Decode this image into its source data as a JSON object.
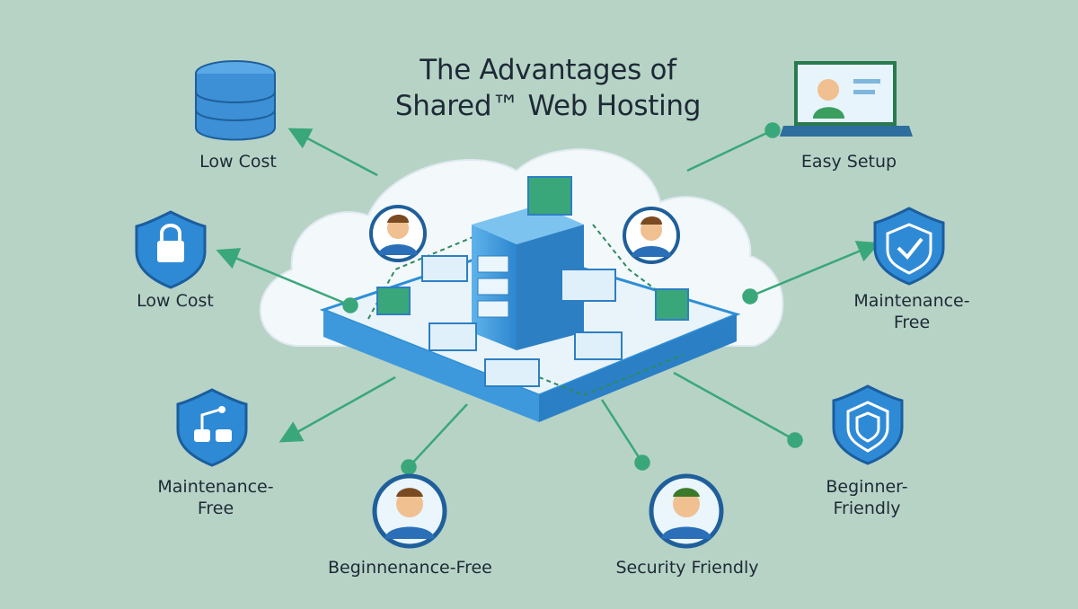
{
  "title": {
    "line1": "The Advantages of",
    "line2": "Shared™ Web Hosting"
  },
  "features": [
    {
      "label": "Low Cost",
      "icon": "database-icon"
    },
    {
      "label": "Easy Setup",
      "icon": "laptop-user-icon"
    },
    {
      "label": "Low Cost",
      "icon": "lock-shield-icon"
    },
    {
      "label_line1": "Maintenance-",
      "label_line2": "Free",
      "icon": "check-shield-icon"
    },
    {
      "label_line1": "Maintenance-",
      "label_line2": "Free",
      "icon": "robot-arm-shield-icon"
    },
    {
      "label_line1": "Beginner-",
      "label_line2": "Friendly",
      "icon": "badge-shield-icon"
    },
    {
      "label": "Beginnenance-Free",
      "icon": "user-avatar-icon"
    },
    {
      "label": "Security Friendly",
      "icon": "user-avatar-icon"
    }
  ],
  "colors": {
    "background": "#b7d3c6",
    "accent_blue": "#2d8fd6",
    "connector_green": "#3aa77a",
    "cloud": "#f3f8fb"
  }
}
